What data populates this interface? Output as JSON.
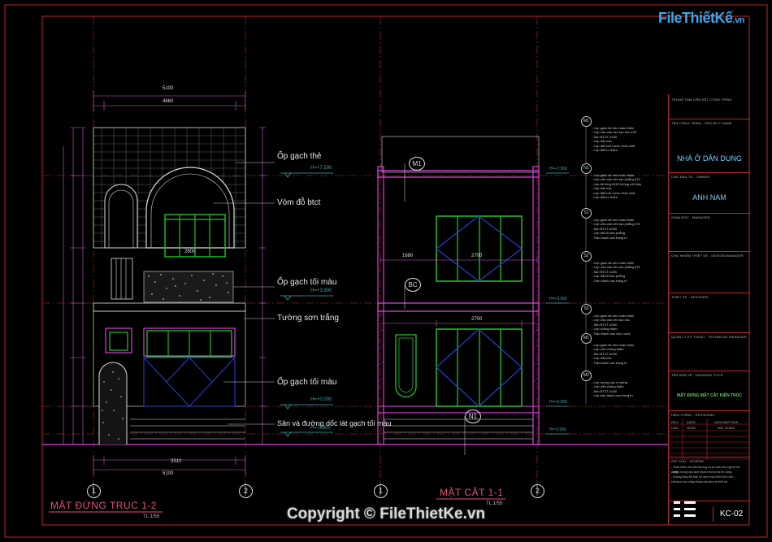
{
  "logo": {
    "brand": "FileThiếtKế",
    "domain": ".vn"
  },
  "copyright": "Copyright © FileThietKe.vn",
  "elevation": {
    "caption": "MẶT ĐỨNG TRỤC 1-2",
    "scale": "TL:1/55",
    "axes": [
      "1",
      "2"
    ],
    "labels": {
      "tile_facade": "Ốp gạch thẻ",
      "vault": "Vòm đỗ btct",
      "tile_color_top": "Ốp gạch tối màu",
      "white_paint": "Tường sơn trắng",
      "tile_color_bottom": "Ốp gạch tối màu",
      "yard": "Sân và đường dốc lát gạch tối màu"
    },
    "levels": [
      "H=+7.500",
      "H=+3.900",
      "H=+0.000",
      "H=-0.900"
    ],
    "dims": {
      "top_total": "5100",
      "top_sub": "4660",
      "bottom_total": "5100",
      "mid": "2600",
      "low": "3310"
    }
  },
  "section": {
    "caption": "MẶT CẮT 1-1",
    "scale": "TL:1/55",
    "axes": [
      "1",
      "2"
    ],
    "tags": [
      "M1",
      "BC",
      "N1"
    ],
    "levels": [
      "H=+7.500",
      "H=+3.900",
      "H=+0.000",
      "H=-0.900"
    ],
    "dims": {
      "span": "2700",
      "left": "1680",
      "upper": "2700"
    }
  },
  "layer_notes": [
    {
      "tag": "M1",
      "items": [
        "- Lớp gạch lát nền hoàn thiện",
        "- Lớp vữa cán nền tạo dốc #75",
        "- Sàn BTCT #150",
        "- Lớp trát vữa",
        "- Lớp đất lưới nước chân chải",
        "- Lớp đất tự nhiên"
      ]
    },
    {
      "tag": "N1",
      "items": [
        "- Lớp gạch lát nền hoàn thiện",
        "- Lớp vữa cán nền tạo phẳng #75",
        "- Lớp bê tông #150 không cốt thép",
        "- Lớp trát vữa",
        "- Lớp đất lưới nước chân chải",
        "- Lớp đất tự nhiên"
      ]
    },
    {
      "tag": "S1",
      "items": [
        "- Lớp gạch lát nền hoàn thiện",
        "- Lớp vữa cán nền tạo phẳng #75",
        "- Sàn BTCT #250",
        "- Lớp trát tô trần phẳng",
        "- Trần thạch cao trang trí"
      ]
    },
    {
      "tag": "S2",
      "items": [
        "- Lớp gạch lát nền hoàn thiện",
        "- Lớp vữa cán nền tạo phẳng #75",
        "- Sàn BTCT #250",
        "- Lớp trát tô trần phẳng",
        "- Trần thạch cao trang trí"
      ]
    },
    {
      "tag": "S3",
      "items": [
        "- Lớp gạch lát nền hoàn thiện",
        "- Lớp vữa cán nền tạo dốc",
        "- Sàn BTCT #250",
        "- Lớp chống thấm",
        "- Trần thạch cao chịu nước"
      ]
    },
    {
      "tag": "M1",
      "items": [
        "- Lớp gạch lát nền hoàn thiện",
        "- Lớp vữa chống thấm",
        "- Sàn BTCT #250",
        "- Lớp trát vữa",
        "- Trần thạch cao trang trí"
      ]
    },
    {
      "tag": "M2",
      "items": [
        "- Lớp tường xây xi măng",
        "- Lớp vữa chống thấm",
        "- Sàn BTCT #250",
        "- Lớp trần thạch cao trang trí"
      ]
    }
  ],
  "title_block": {
    "project_caption": "TÊN CÔNG TRÌNH - PROJECT NAME",
    "project": "NHÀ Ở DÂN DỤNG",
    "owner_caption": "CHỦ ĐẦU TƯ - OWNER",
    "owner": "ANH NAM",
    "firm_caption": "TRUNG TÂM LIÊN KẾT CÔNG TRÌNH",
    "manager_caption": "GIÁM ĐỐC - MANAGER",
    "chief_caption": "CHỦ NHIỆM THIẾT KẾ - DESIGN MANAGER",
    "design_caption": "THIẾT KẾ - DESIGNED",
    "tech_caption": "QUẢN LÝ KỸ THUẬT - TECHNICAL MANAGER",
    "drawing_caption": "TÊN BẢN VẼ - DRAWING TITLE",
    "drawing": "MẶT ĐỨNG MẶT CẮT KIẾN TRÚC",
    "revision_caption": "HIỆU CHỈNH - REVISIONS",
    "rev_headers": [
      "REV",
      "DATE",
      "DESCRIPTION"
    ],
    "rev_row": [
      "LẦN",
      "NGÀY",
      "NỘI DUNG"
    ],
    "legend_caption": "GHI CHÚ - LEGEND",
    "notes": [
      "- Thân thiện với môi trường và an toàn cho người sử dụng.",
      "- Kiểm tra kỹ các kích thước trước khi thi công.",
      "- Không thay đổi bản vẽ dưới mọi hình thức nếu",
      "  không có sự chấp thuận của đơn vị thiết kế."
    ],
    "sheet": "KC-02"
  },
  "colors": {
    "frame": "#c0262a",
    "wall": "#d93fd9",
    "window": "#23c323",
    "glass": "#2b3ed6",
    "dim": "#cf5fd0",
    "level": "#3fa6a6"
  }
}
